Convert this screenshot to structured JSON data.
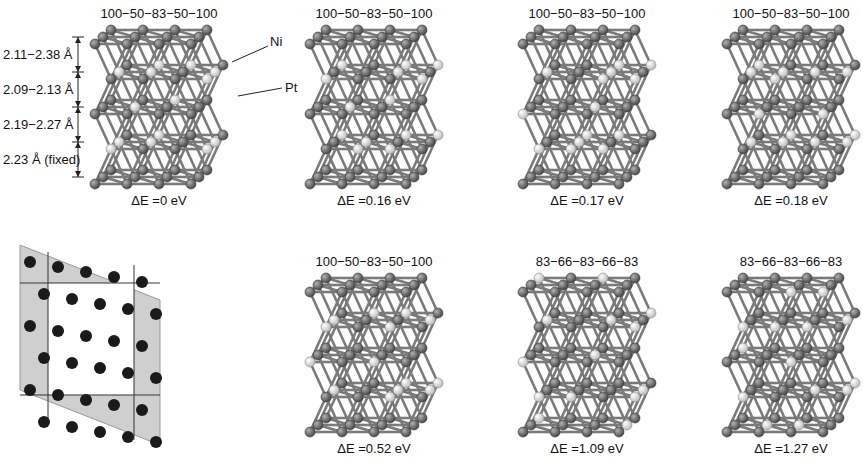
{
  "diagram": {
    "labels": [
      "100−50−83−50−100",
      "100−50−83−50−100",
      "100−50−83−50−100",
      "100−50−83−50−100",
      "2.11−2.38 Å",
      "2.09−2.13 Å",
      "2.19−2.27 Å",
      "2.23 Å (fixed)",
      "Ni",
      "Pt",
      "ΔE =0 eV",
      "ΔE =0.16 eV",
      "ΔE =0.17 eV",
      "ΔE =0.18 eV",
      "100−50−83−50−100",
      "83−66−83−66−83",
      "83−66−83−66−83",
      "ΔE =0.52 eV",
      "ΔE =1.09 eV",
      "ΔE =1.27 eV"
    ]
  }
}
